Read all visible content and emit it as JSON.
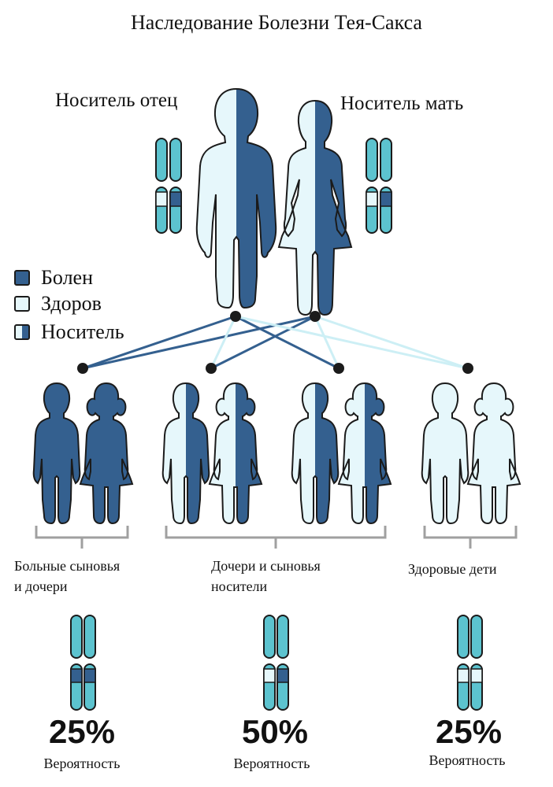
{
  "title": "Наследование Болезни Тея-Сакса",
  "parents": {
    "father_label": "Носитель отец",
    "mother_label": "Носитель мать"
  },
  "legend": [
    {
      "label": "Болен",
      "status": "affected"
    },
    {
      "label": "Здоров",
      "status": "healthy"
    },
    {
      "label": "Носитель",
      "status": "carrier"
    }
  ],
  "groups": [
    {
      "label_line1": "Больные сыновья",
      "label_line2": "и дочери",
      "percent": "25%",
      "probability_label": "Вероятность"
    },
    {
      "label_line1": "Дочери и сыновья",
      "label_line2": "носители",
      "percent": "50%",
      "probability_label": "Вероятность"
    },
    {
      "label_line1": "Здоровые дети",
      "label_line2": "",
      "percent": "25%",
      "probability_label": "Вероятность"
    }
  ],
  "colors": {
    "affected": "#34608f",
    "healthy": "#e6f7fb",
    "carrier_dark": "#34608f",
    "chromosome": "#5cc3cf",
    "outline": "#1b1b1b",
    "bracket": "#a0a0a0",
    "line_strong": "#34608f",
    "line_light": "#cdeff5"
  }
}
